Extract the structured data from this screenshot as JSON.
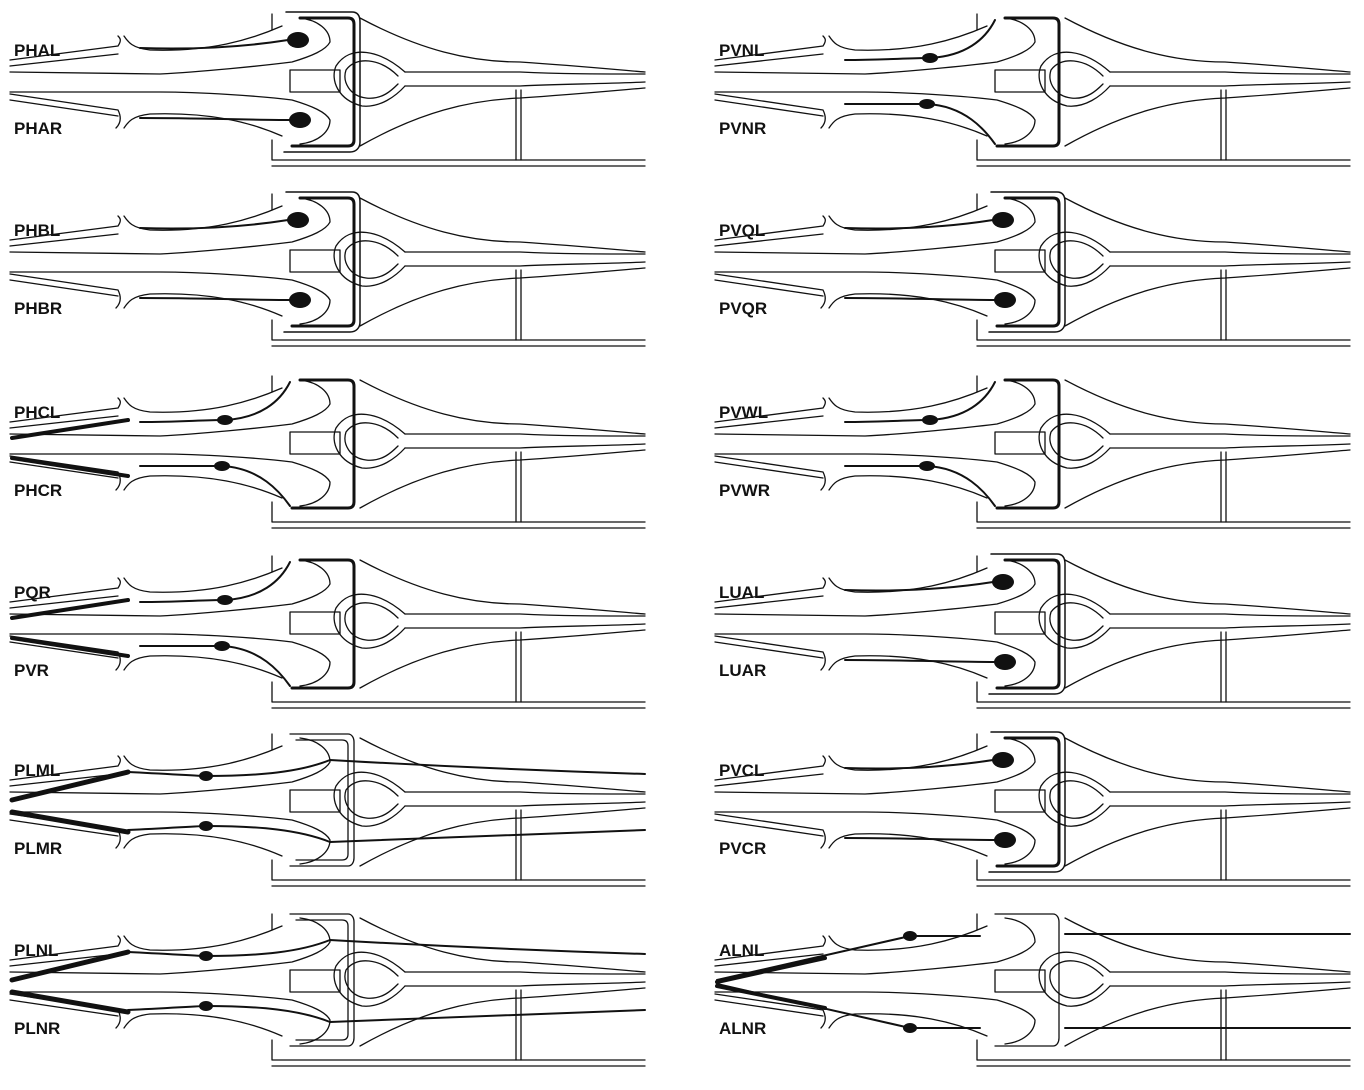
{
  "panels": [
    {
      "col": 0,
      "row": 0,
      "top": "PHAL",
      "bottom": "PHAR",
      "thick": false,
      "type": "ring-cell"
    },
    {
      "col": 0,
      "row": 1,
      "top": "PHBL",
      "bottom": "PHBR",
      "thick": false,
      "type": "ring-cell"
    },
    {
      "col": 0,
      "row": 2,
      "top": "PHCL",
      "bottom": "PHCR",
      "thick": true,
      "type": "mid"
    },
    {
      "col": 0,
      "row": 3,
      "top": "PQR",
      "bottom": "PVR",
      "thick": true,
      "type": "mid"
    },
    {
      "col": 0,
      "row": 4,
      "top": "PLML",
      "bottom": "PLMR",
      "thick": true,
      "type": "long"
    },
    {
      "col": 0,
      "row": 5,
      "top": "PLNL",
      "bottom": "PLNR",
      "thick": true,
      "type": "long"
    },
    {
      "col": 1,
      "row": 0,
      "top": "PVNL",
      "bottom": "PVNR",
      "thick": false,
      "type": "mid"
    },
    {
      "col": 1,
      "row": 1,
      "top": "PVQL",
      "bottom": "PVQR",
      "thick": false,
      "type": "ring-cell"
    },
    {
      "col": 1,
      "row": 2,
      "top": "PVWL",
      "bottom": "PVWR",
      "thick": false,
      "type": "mid"
    },
    {
      "col": 1,
      "row": 3,
      "top": "LUAL",
      "bottom": "LUAR",
      "thick": false,
      "type": "ring-cell"
    },
    {
      "col": 1,
      "row": 4,
      "top": "PVCL",
      "bottom": "PVCR",
      "thick": false,
      "type": "ring-cell"
    },
    {
      "col": 1,
      "row": 5,
      "top": "ALNL",
      "bottom": "ALNR",
      "thick": true,
      "type": "anterior"
    }
  ]
}
